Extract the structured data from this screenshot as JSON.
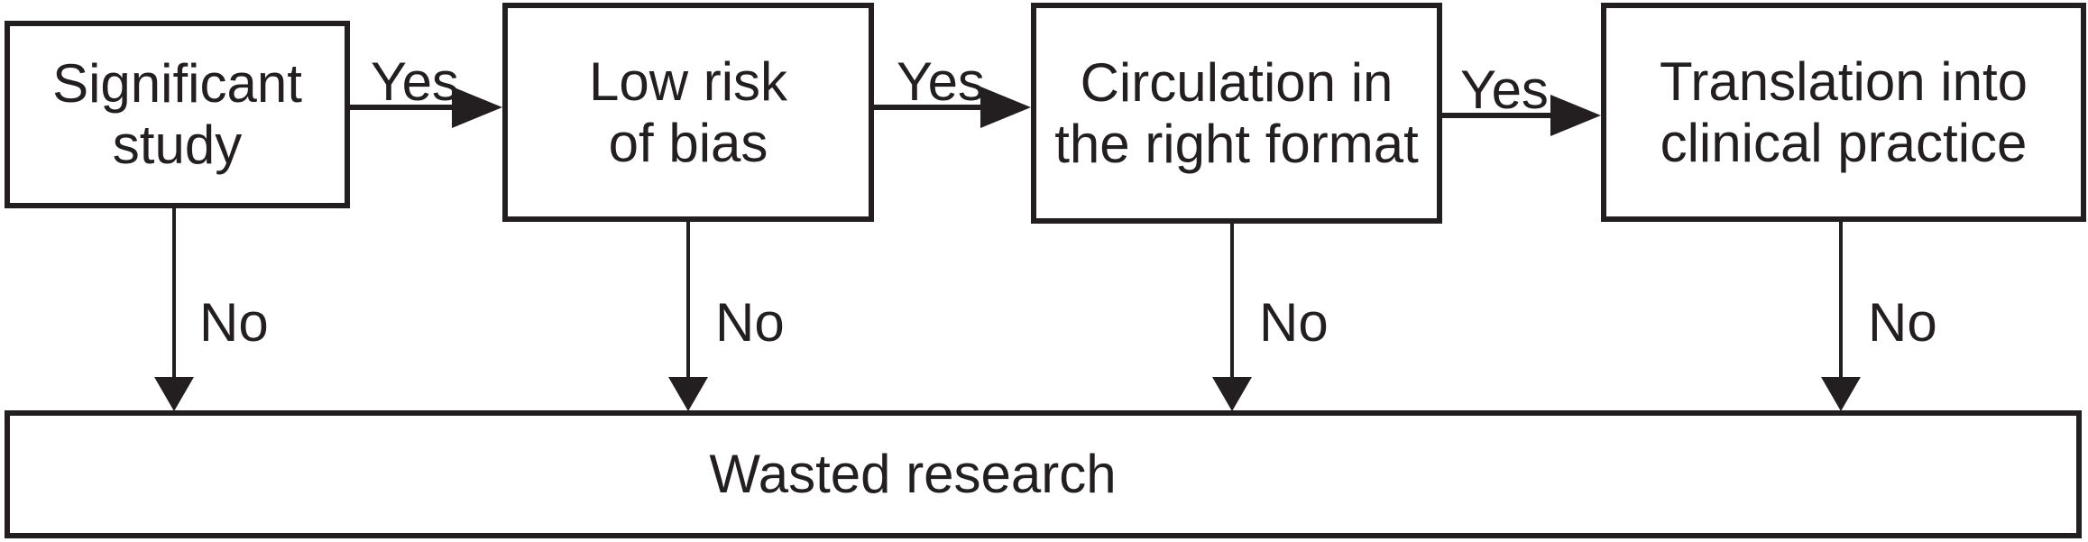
{
  "diagram": {
    "type": "flowchart",
    "background": "#ffffff",
    "ink_color": "#231f20",
    "nodes": [
      {
        "id": "significant-study",
        "label": "Significant study",
        "lines": [
          "Significant",
          "study"
        ]
      },
      {
        "id": "low-risk-of-bias",
        "label": "Low risk of bias",
        "lines": [
          "Low risk",
          "of bias"
        ]
      },
      {
        "id": "circulation-right-format",
        "label": "Circulation in the right format",
        "lines": [
          "Circulation in",
          "the right format"
        ]
      },
      {
        "id": "translation-clinical-practice",
        "label": "Translation into clinical practice",
        "lines": [
          "Translation into",
          "clinical practice"
        ]
      }
    ],
    "sink": {
      "id": "wasted-research",
      "label": "Wasted research"
    },
    "yes_labels": [
      "Yes",
      "Yes",
      "Yes"
    ],
    "no_labels": [
      "No",
      "No",
      "No",
      "No"
    ]
  }
}
